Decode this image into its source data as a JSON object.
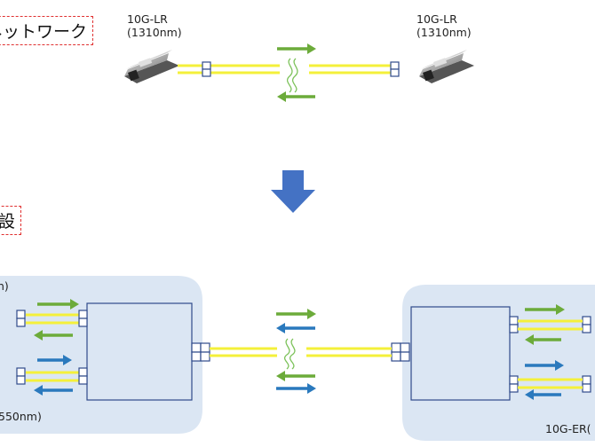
{
  "top": {
    "network_label": "ネットワーク",
    "left_module": {
      "line1": "10G-LR",
      "line2": "(1310nm)"
    },
    "right_module": {
      "line1": "10G-LR",
      "line2": "(1310nm)"
    }
  },
  "bottom": {
    "section_label": "設",
    "left_note_top": "n)",
    "left_note_bottom": "550nm)",
    "right_note_bottom": "10G-ER("
  },
  "colors": {
    "fiber": "#f4f03a",
    "arrow_green": "#6cab3a",
    "arrow_blue": "#2a79bd",
    "big_arrow": "#4472c4",
    "panel": "#dbe6f3",
    "box_border": "#2f4a8a",
    "dashed_border": "#e03030"
  },
  "icons": [
    "sfp-transceiver-icon",
    "connector-icon",
    "signal-wave-icon",
    "down-arrow-icon"
  ]
}
